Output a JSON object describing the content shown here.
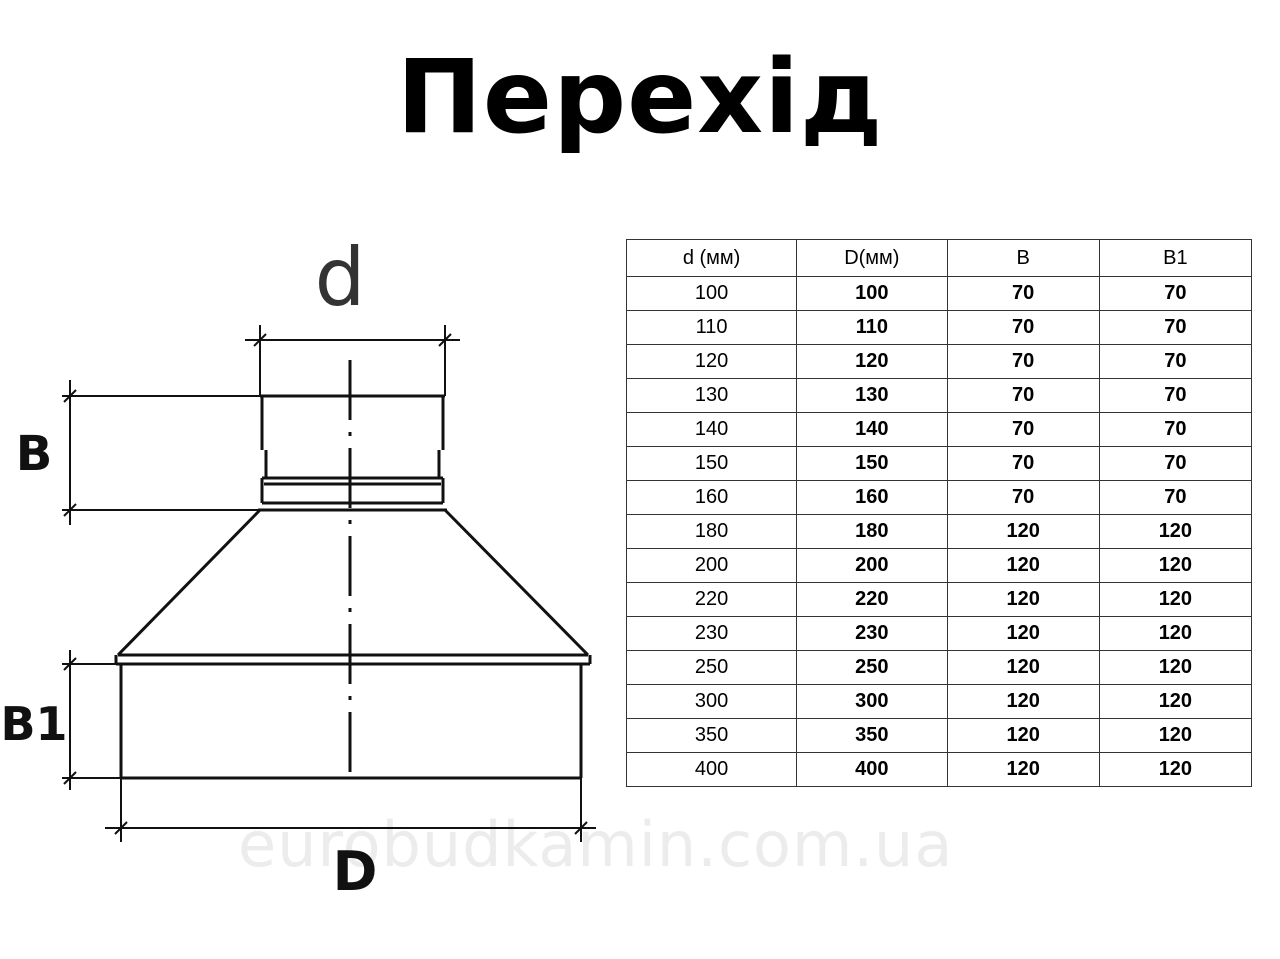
{
  "title": "Перехід",
  "diagram": {
    "label_d": "d",
    "label_D": "D",
    "label_B": "B",
    "label_B1": "B1"
  },
  "watermark": "eurobudkamin.com.ua",
  "table": {
    "headers": [
      "d (мм)",
      "D(мм)",
      "B",
      "B1"
    ],
    "rows": [
      [
        "100",
        "100",
        "70",
        "70"
      ],
      [
        "110",
        "110",
        "70",
        "70"
      ],
      [
        "120",
        "120",
        "70",
        "70"
      ],
      [
        "130",
        "130",
        "70",
        "70"
      ],
      [
        "140",
        "140",
        "70",
        "70"
      ],
      [
        "150",
        "150",
        "70",
        "70"
      ],
      [
        "160",
        "160",
        "70",
        "70"
      ],
      [
        "180",
        "180",
        "120",
        "120"
      ],
      [
        "200",
        "200",
        "120",
        "120"
      ],
      [
        "220",
        "220",
        "120",
        "120"
      ],
      [
        "230",
        "230",
        "120",
        "120"
      ],
      [
        "250",
        "250",
        "120",
        "120"
      ],
      [
        "300",
        "300",
        "120",
        "120"
      ],
      [
        "350",
        "350",
        "120",
        "120"
      ],
      [
        "400",
        "400",
        "120",
        "120"
      ]
    ]
  }
}
